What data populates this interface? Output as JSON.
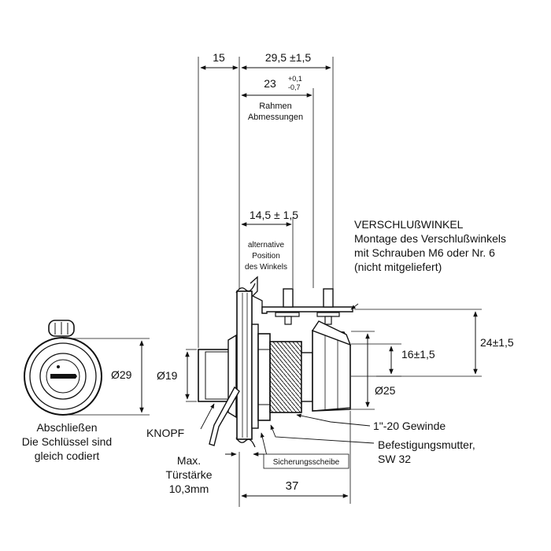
{
  "dimensions": {
    "d15": "15",
    "d29_5": "29,5 ±1,5",
    "d23_main": "23",
    "d23_tol_plus": "+0,1",
    "d23_tol_minus": "-0,7",
    "frame_l1": "Rahmen",
    "frame_l2": "Abmessungen",
    "d14_5": "14,5 ± 1,5",
    "alt_l1": "alternative",
    "alt_l2": "Position",
    "alt_l3": "des Winkels",
    "d29": "Ø29",
    "d19": "Ø19",
    "d16": "16±1,5",
    "d24": "24±1,5",
    "d25": "Ø25",
    "d37": "37"
  },
  "labels": {
    "bracket_title": "VERSCHLUßWINKEL",
    "bracket_l1": "Montage des Verschlußwinkels",
    "bracket_l2": "mit Schrauben M6 oder Nr. 6",
    "bracket_l3": "(nicht mitgeliefert)",
    "lock_l1": "Abschließen",
    "lock_l2": "Die Schlüssel sind",
    "lock_l3": "gleich codiert",
    "knob": "KNOPF",
    "door_l1": "Max.",
    "door_l2": "Türstärke",
    "door_l3": "10,3mm",
    "thread": "1\"-20 Gewinde",
    "nut_l1": "Befestigungsmutter,",
    "nut_l2": "SW 32",
    "washer": "Sicherungsscheibe"
  }
}
